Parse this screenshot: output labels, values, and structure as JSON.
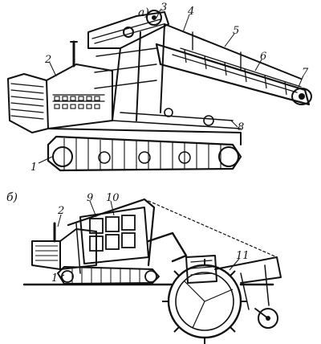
{
  "panels": [
    {
      "id": "a",
      "label": "a)"
    },
    {
      "id": "b",
      "label": "б)"
    }
  ],
  "callouts_a": [
    "1",
    "2",
    "3",
    "4",
    "5",
    "6",
    "7",
    "8"
  ],
  "callouts_b": [
    "1",
    "2",
    "9",
    "10",
    "11"
  ]
}
